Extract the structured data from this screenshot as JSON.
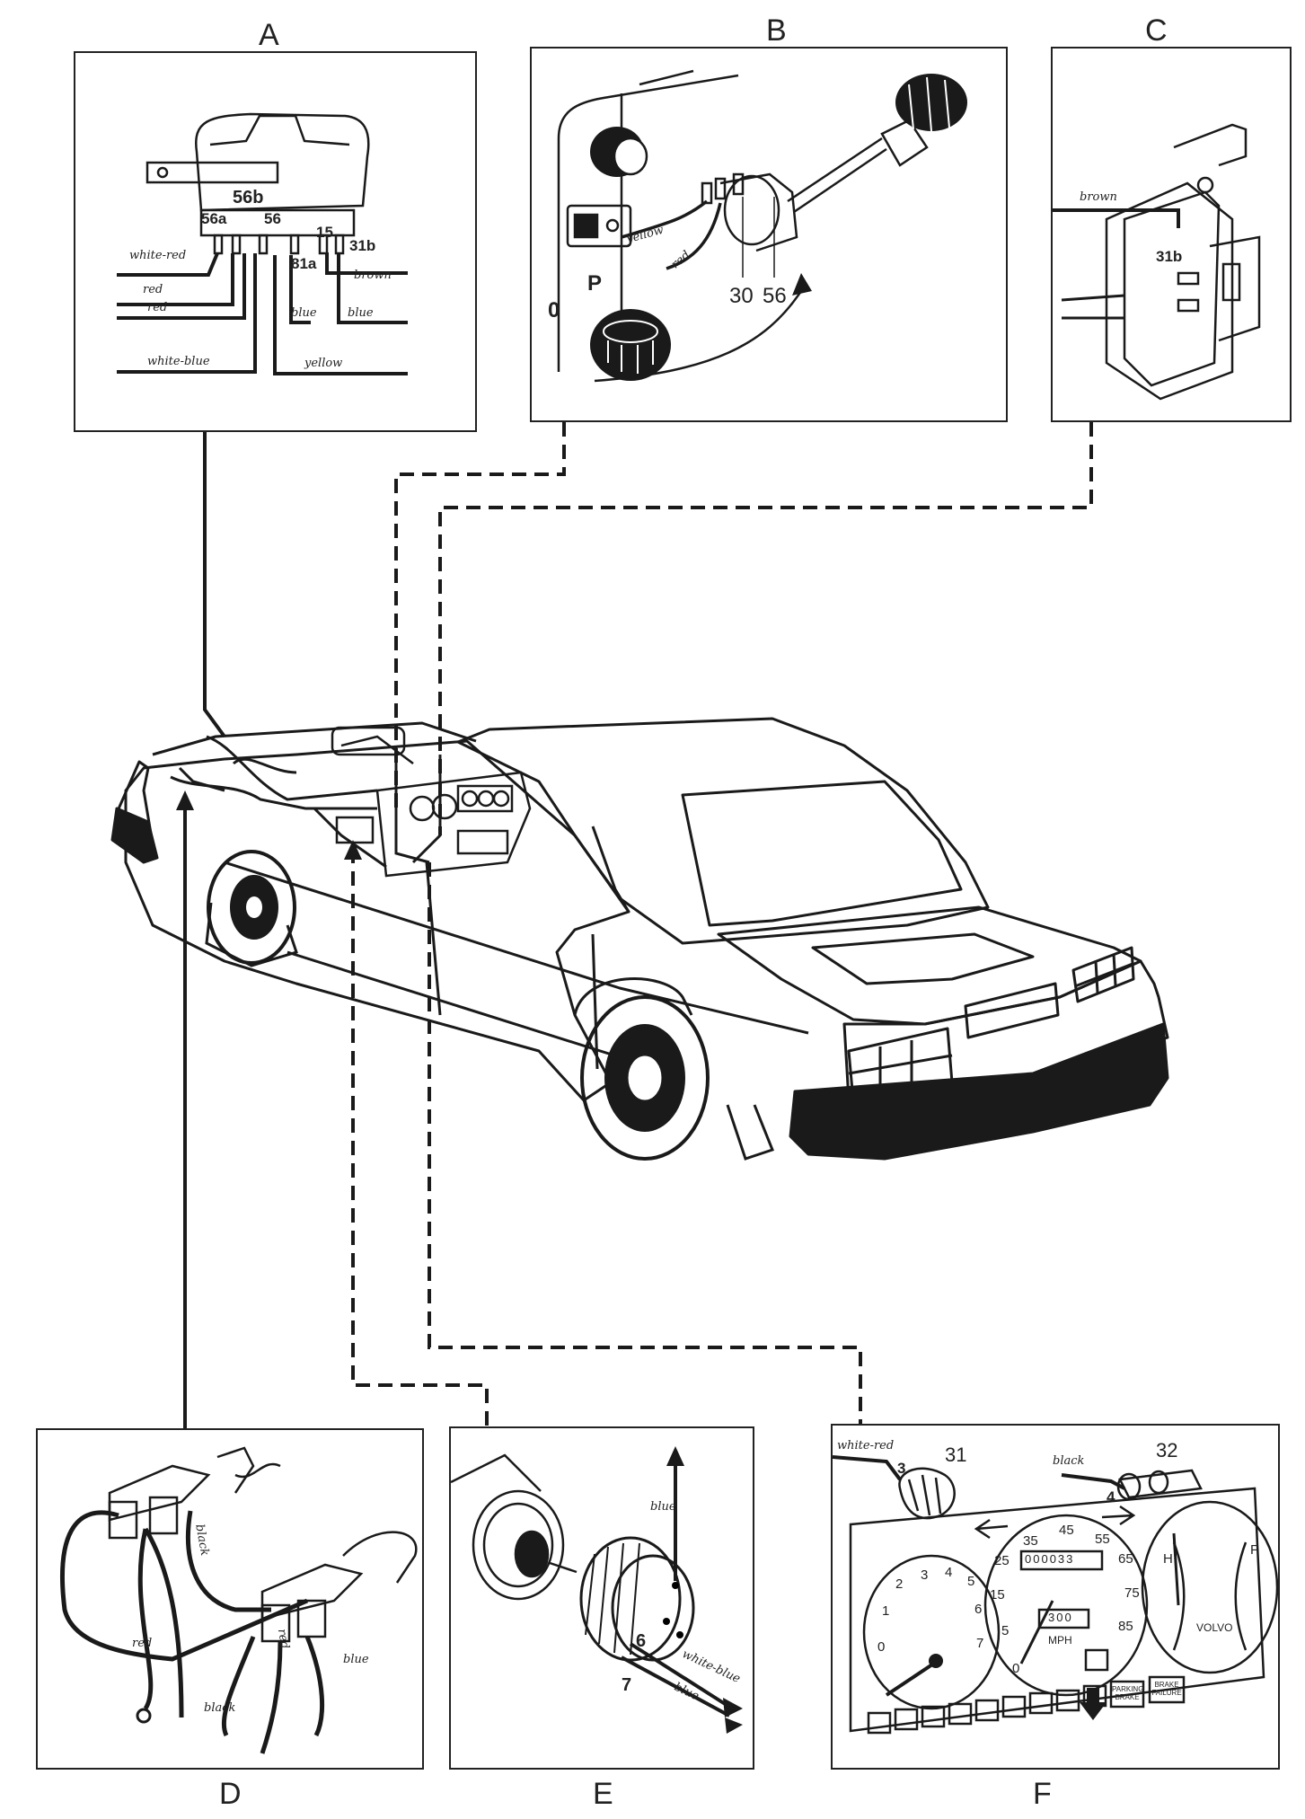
{
  "panels": {
    "A": {
      "label": "A",
      "terminals": [
        "56b",
        "56a",
        "56",
        "15",
        "31b",
        "81a"
      ],
      "wires": [
        "white-red",
        "red",
        "red",
        "brown",
        "blue",
        "blue",
        "white-blue",
        "yellow"
      ]
    },
    "B": {
      "label": "B",
      "switch_positions": [
        "0",
        "P"
      ],
      "terminals": [
        "30",
        "56"
      ],
      "wires": [
        "yellow",
        "red"
      ]
    },
    "C": {
      "label": "C",
      "terminals": [
        "31b"
      ],
      "wires": [
        "brown"
      ]
    },
    "D": {
      "label": "D",
      "wires": [
        "black",
        "red",
        "red",
        "blue",
        "black"
      ]
    },
    "E": {
      "label": "E",
      "terminals": [
        "6",
        "7"
      ],
      "wires": [
        "blue",
        "white-blue",
        "blue"
      ]
    },
    "F": {
      "label": "F",
      "callouts": [
        "31",
        "32",
        "3",
        "4"
      ],
      "wires": [
        "white-red",
        "black"
      ],
      "speedo_numbers": [
        "35",
        "45",
        "55",
        "25",
        "65",
        "15",
        "75",
        "5",
        "85",
        "0"
      ],
      "tacho_numbers": [
        "2",
        "3",
        "4",
        "5",
        "1",
        "6",
        "0",
        "7"
      ],
      "odometer": "000033",
      "tripmeter": "300",
      "unit": "MPH",
      "brand": "VOLVO",
      "temp_letter": "H",
      "fuel_letter": "F",
      "warning_lights": [
        "PARKING BRAKE",
        "BRAKE FAILURE"
      ]
    }
  },
  "colors": {
    "ink": "#1a1a1a",
    "paper": "#ffffff"
  }
}
